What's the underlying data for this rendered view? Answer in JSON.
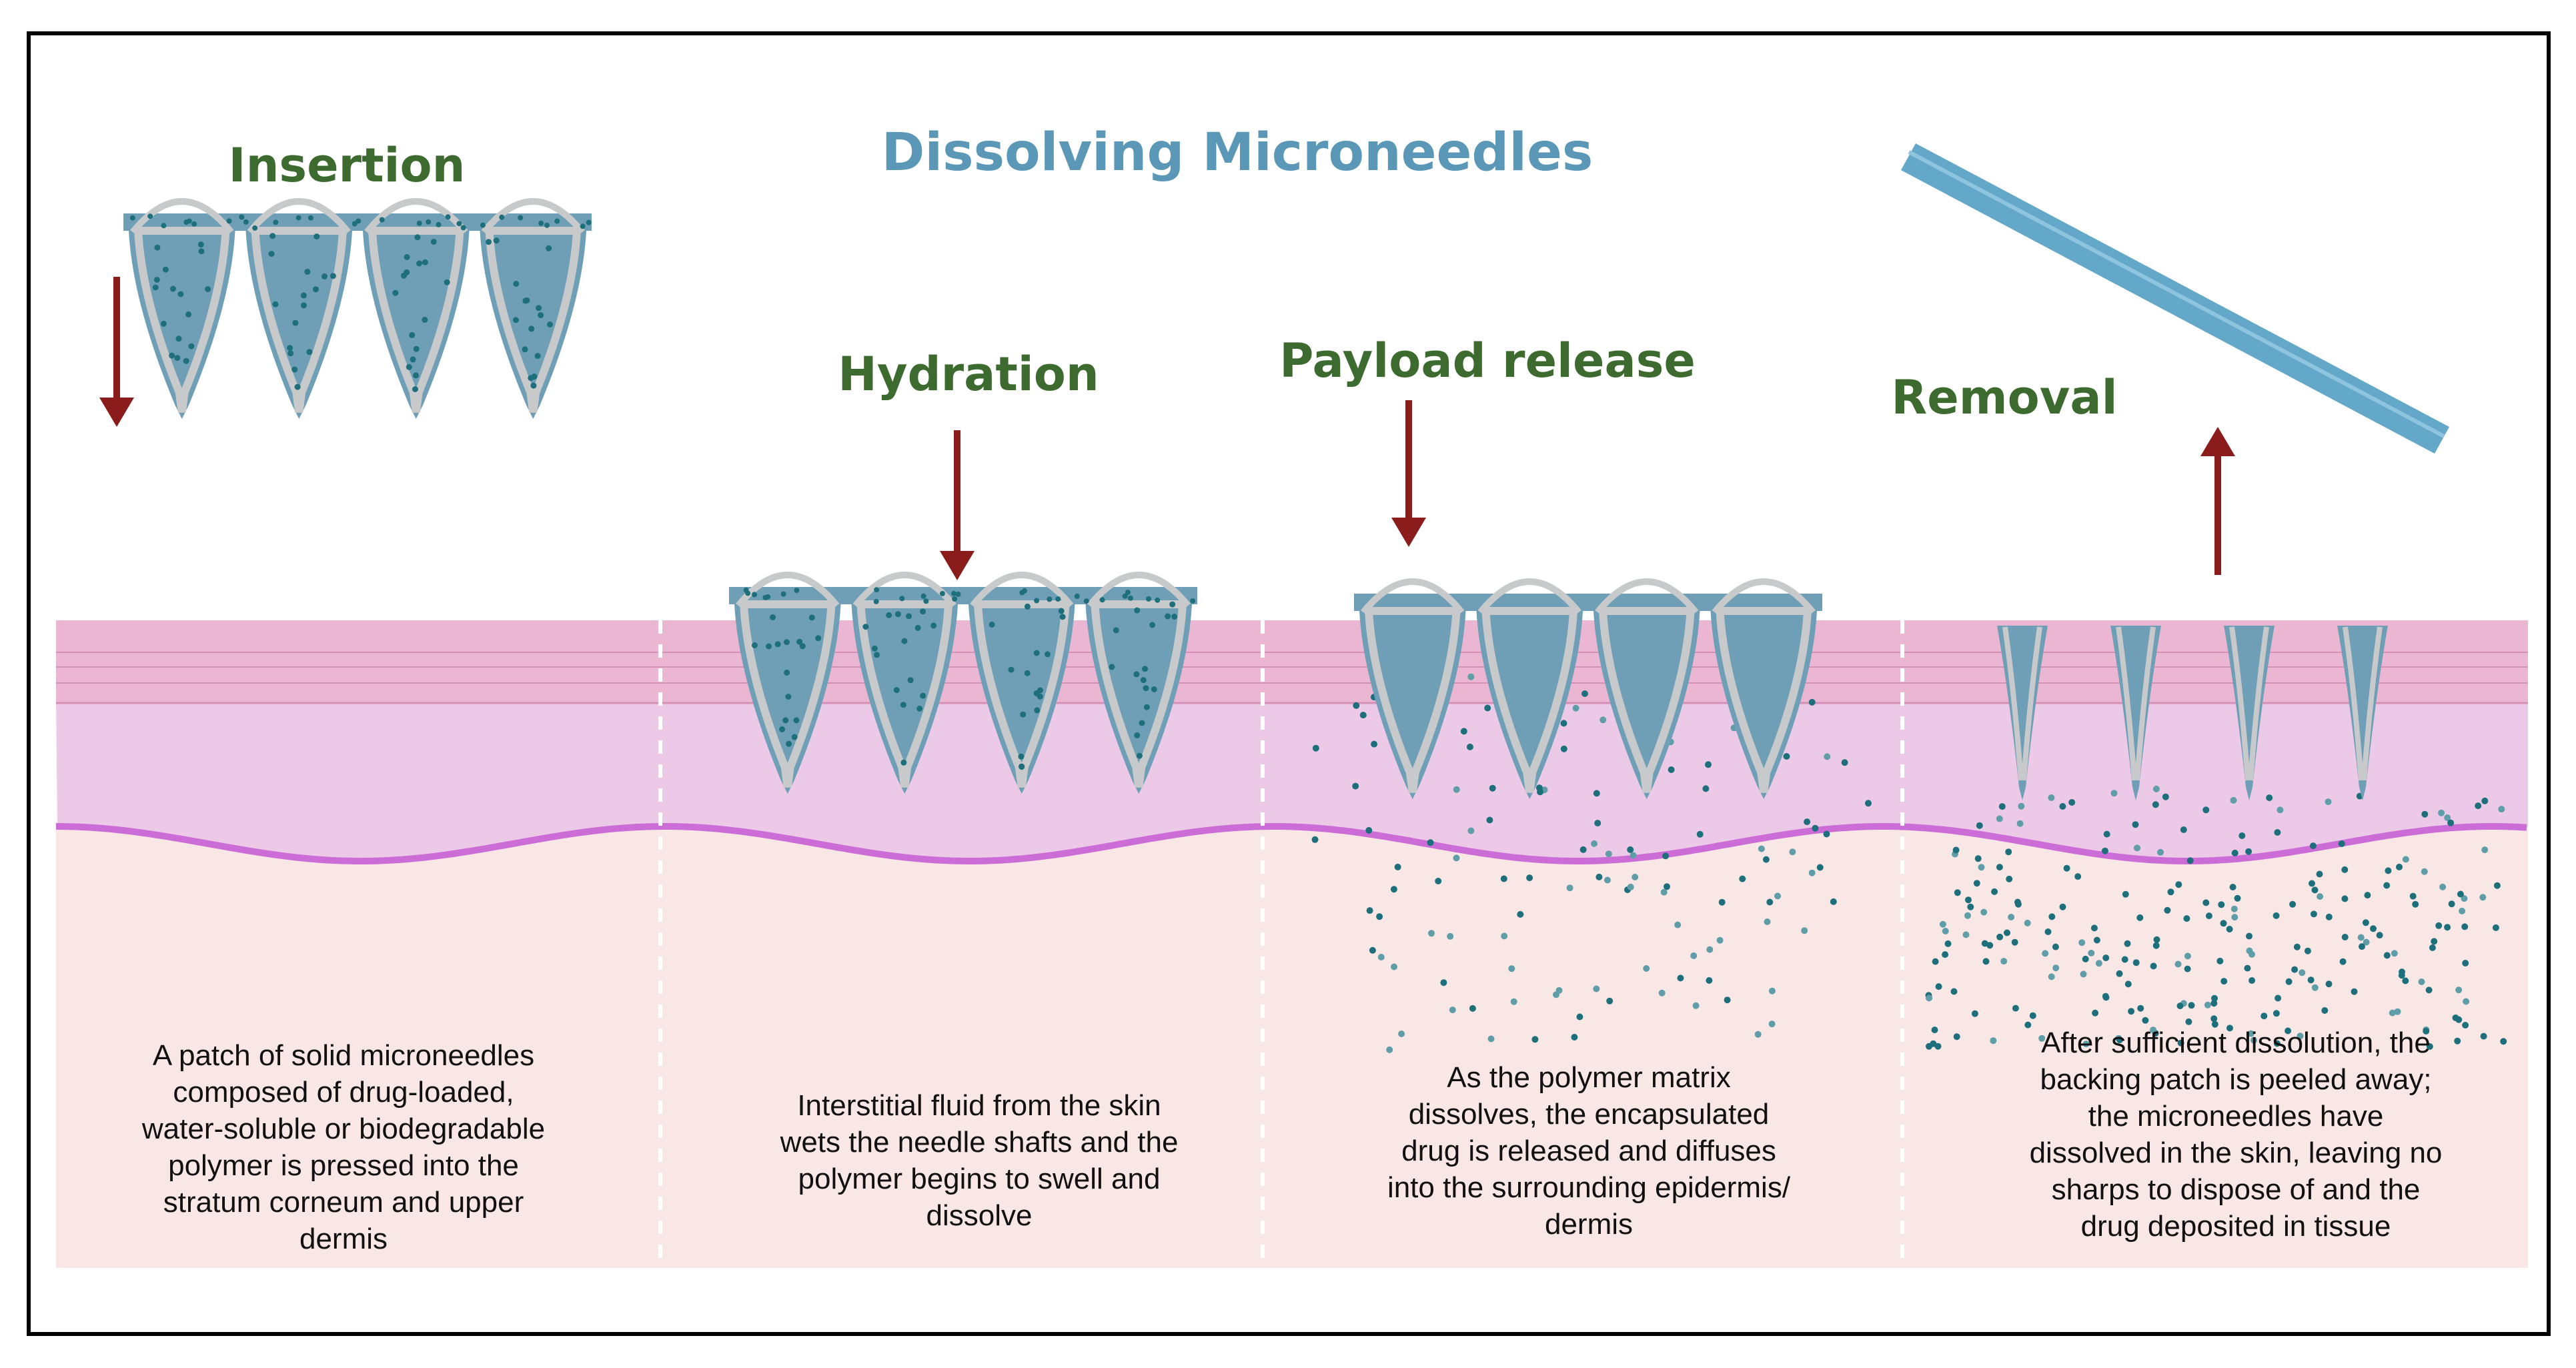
{
  "title": "Dissolving Microneedles",
  "colors": {
    "title": "#5b97b6",
    "stage_label": "#3d6b2f",
    "arrow": "#8b1c1c",
    "needle_fill": "#6e9fb6",
    "needle_rim": "#c7c9cb",
    "drug_dot": "#1e6f7c",
    "stratum_corneum": "#eab6d2",
    "epidermis": "#ecc9e7",
    "dermis": "#f9e7e5",
    "junction_line": "#cc6cd6",
    "removed_backing": "#63a7c9"
  },
  "icons": {
    "arrow_down": "arrow-down-icon",
    "arrow_up": "arrow-up-icon",
    "needle_patch": "microneedle-patch-icon",
    "backing": "backing-patch-icon"
  },
  "stages": [
    {
      "label": "Insertion",
      "caption": [
        "A patch of solid microneedles",
        "composed of drug-loaded,",
        "water-soluble or biodegradable",
        "polymer is pressed into the",
        "stratum corneum and upper",
        "dermis"
      ]
    },
    {
      "label": "Hydration",
      "caption": [
        "Interstitial fluid from the skin",
        "wets the needle shafts and the",
        "polymer begins to swell and",
        "dissolve"
      ]
    },
    {
      "label": "Payload release",
      "caption": [
        "As the polymer matrix",
        "dissolves, the encapsulated",
        "drug is released and diffuses",
        "into the surrounding epidermis/",
        "dermis"
      ]
    },
    {
      "label": "Removal",
      "caption": [
        "After sufficient dissolution, the",
        "backing patch is peeled away;",
        "the microneedles have",
        "dissolved in the skin, leaving no",
        "sharps to dispose of and the",
        "drug deposited in tissue"
      ]
    }
  ]
}
